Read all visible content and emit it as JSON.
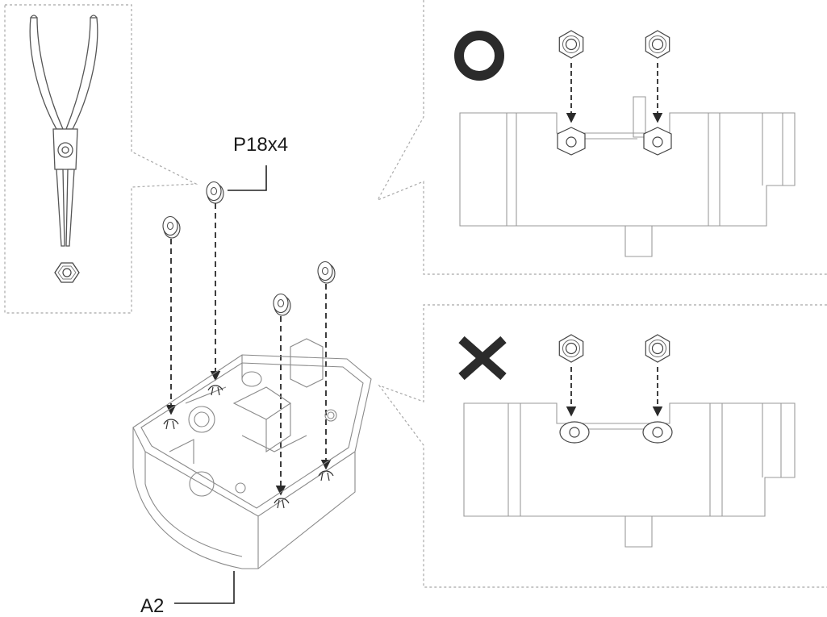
{
  "labels": {
    "part_code": "P18x4",
    "assembly_code": "A2"
  },
  "panels": {
    "correct": {
      "symbol": "circle-mark",
      "meaning": "correct"
    },
    "incorrect": {
      "symbol": "cross-mark",
      "meaning": "incorrect"
    }
  },
  "icons": [
    "pliers-icon",
    "hex-nut-icon",
    "arrow-down-icon",
    "check-circle-icon",
    "cross-icon"
  ],
  "colors": {
    "line": "#8a8a8a",
    "callout_border": "#a8a8a8",
    "arrow": "#2a2a2a",
    "symbol": "#2b2b2b",
    "text": "#1a1a1a"
  }
}
